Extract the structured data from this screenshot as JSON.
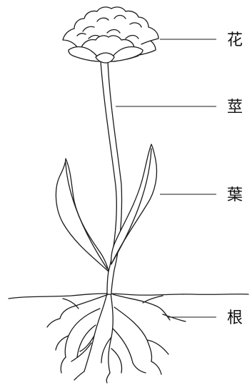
{
  "labels": {
    "flower": "花",
    "stem": "莖",
    "leaf": "葉",
    "root": "根"
  }
}
